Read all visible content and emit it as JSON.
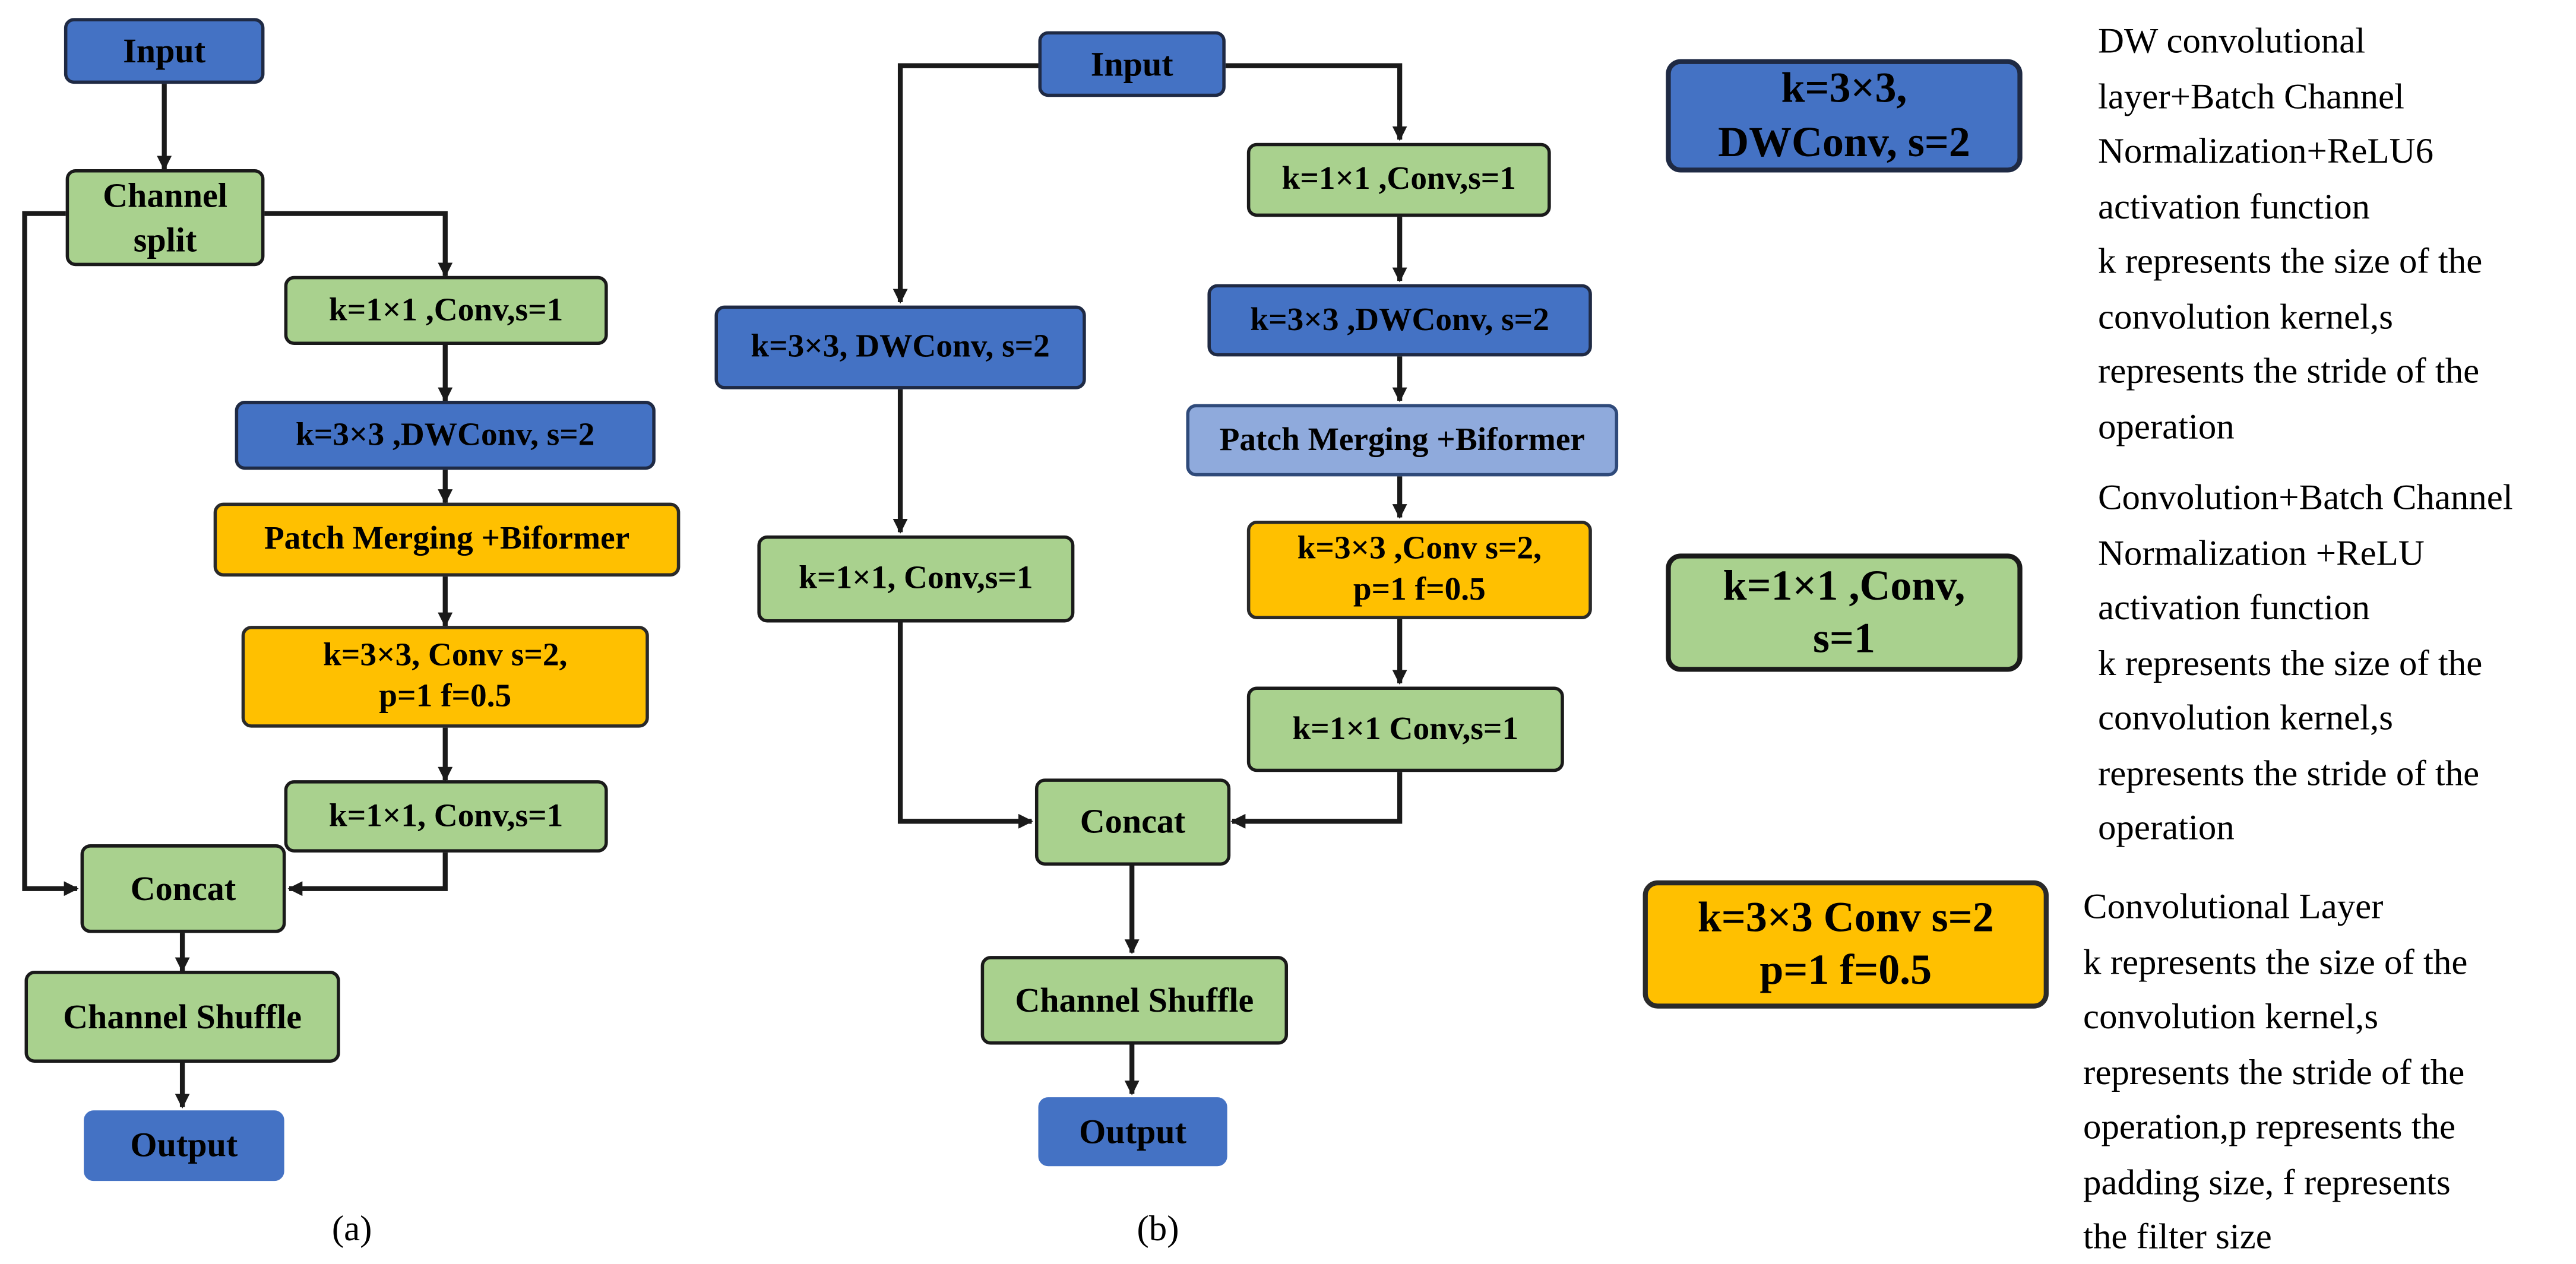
{
  "diagram_a": {
    "caption": "(a)",
    "input": "Input",
    "channel_split": "Channel\nsplit",
    "conv1": "k=1×1 ,Conv,s=1",
    "dwconv": "k=3×3 ,DWConv, s=2",
    "patch": "Patch Merging +Biformer",
    "conv3": "k=3×3, Conv s=2,\np=1  f=0.5",
    "conv1b": "k=1×1, Conv,s=1",
    "concat": "Concat",
    "shuffle": "Channel Shuffle",
    "output": "Output"
  },
  "diagram_b": {
    "caption": "(b)",
    "input": "Input",
    "left_dwconv": "k=3×3, DWConv, s=2",
    "left_conv1": "k=1×1, Conv,s=1",
    "conv1": "k=1×1 ,Conv,s=1",
    "dwconv": "k=3×3 ,DWConv, s=2",
    "patch": "Patch Merging +Biformer",
    "conv3": "k=3×3 ,Conv s=2,\np=1  f=0.5",
    "conv1b": "k=1×1 Conv,s=1",
    "concat": "Concat",
    "shuffle": "Channel Shuffle",
    "output": "Output"
  },
  "legend": {
    "dw": {
      "label": "k=3×3,\nDWConv, s=2",
      "text": "DW convolutional\nlayer+Batch Channel\nNormalization+ReLU6\nactivation function\nk represents the size of  the\nconvolution kernel,s\nrepresents the stride of the\noperation"
    },
    "conv": {
      "label": "k=1×1 ,Conv,\ns=1",
      "text": "Convolution+Batch Channel\nNormalization +ReLU\nactivation function\nk represents the size of  the\nconvolution kernel,s\nrepresents the stride of the\noperation"
    },
    "conv3": {
      "label": "k=3×3 Conv s=2\np=1  f=0.5",
      "text": "Convolutional Layer\nk represents the size of  the\nconvolution kernel,s\nrepresents the stride of the\noperation,p represents the\npadding size, f represents\nthe filter size"
    }
  },
  "colors": {
    "green": "#a9d18e",
    "blue": "#4472c4",
    "light_blue": "#8faadc",
    "orange": "#ffc000",
    "edge": "#1a1a1a"
  }
}
